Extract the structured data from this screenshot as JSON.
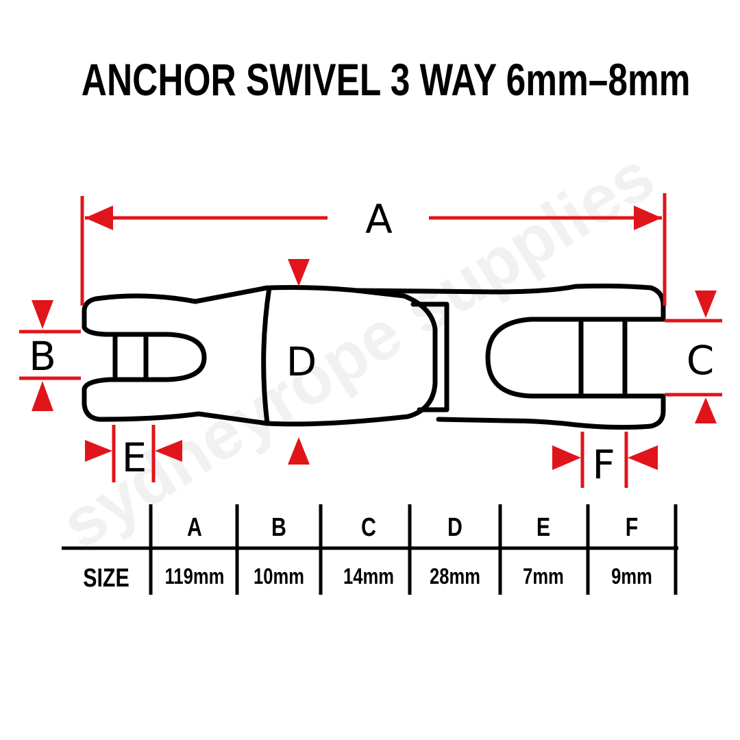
{
  "title": "ANCHOR SWIVEL 3 WAY 6mm–8mm",
  "watermark": "sydneyrope supplies",
  "colors": {
    "dimension": "#e0151b",
    "outline": "#000000",
    "background": "#ffffff"
  },
  "dimension_labels": {
    "A": "A",
    "B": "B",
    "C": "C",
    "D": "D",
    "E": "E",
    "F": "F"
  },
  "table": {
    "row_header": "SIZE",
    "columns": [
      "A",
      "B",
      "C",
      "D",
      "E",
      "F"
    ],
    "values": [
      "119mm",
      "10mm",
      "14mm",
      "28mm",
      "7mm",
      "9mm"
    ]
  }
}
